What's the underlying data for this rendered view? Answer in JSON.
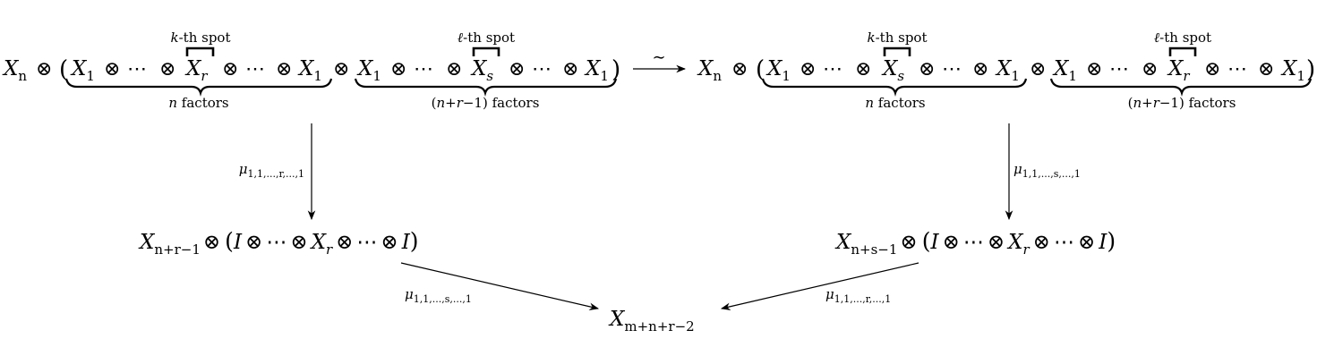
{
  "nodes": {
    "top_left": {
      "prefix": {
        "X": "X",
        "X_sub": "n",
        "otimes": "⊗"
      },
      "paren_open": "(",
      "paren_close": ")",
      "group1": {
        "spot_label": {
          "var": "k",
          "text": "-th spot"
        },
        "factors_label": {
          "var": "n",
          "text": " factors"
        },
        "first": {
          "X": "X",
          "sub": "1"
        },
        "middle": {
          "X": "X",
          "sub": "r"
        },
        "last": {
          "X": "X",
          "sub": "1"
        },
        "otimes": "⊗",
        "dots": "⋯"
      },
      "between_otimes": "⊗",
      "group2": {
        "spot_label": {
          "var": "ℓ",
          "text": "-th spot"
        },
        "factors_label": {
          "text_open": "(",
          "n": "n",
          "plus": "+",
          "r": "r",
          "minus": "−1)",
          "text": " factors"
        },
        "first": {
          "X": "X",
          "sub": "1"
        },
        "middle": {
          "X": "X",
          "sub": "s"
        },
        "last": {
          "X": "X",
          "sub": "1"
        },
        "otimes": "⊗",
        "dots": "⋯"
      }
    },
    "top_right": {
      "prefix": {
        "X": "X",
        "X_sub": "n",
        "otimes": "⊗"
      },
      "paren_open": "(",
      "paren_close": ")",
      "group1": {
        "spot_label": {
          "var": "k",
          "text": "-th spot"
        },
        "factors_label": {
          "var": "n",
          "text": " factors"
        },
        "first": {
          "X": "X",
          "sub": "1"
        },
        "middle": {
          "X": "X",
          "sub": "s"
        },
        "last": {
          "X": "X",
          "sub": "1"
        },
        "otimes": "⊗",
        "dots": "⋯"
      },
      "between_otimes": "⊗",
      "group2": {
        "spot_label": {
          "var": "ℓ",
          "text": "-th spot"
        },
        "factors_label": {
          "text_open": "(",
          "n": "n",
          "plus": "+",
          "r": "r",
          "minus": "−1)",
          "text": " factors"
        },
        "first": {
          "X": "X",
          "sub": "1"
        },
        "middle": {
          "X": "X",
          "sub": "r"
        },
        "last": {
          "X": "X",
          "sub": "1"
        },
        "otimes": "⊗",
        "dots": "⋯"
      }
    },
    "mid_left": {
      "X": "X",
      "sub": "n+r−1",
      "otimes": "⊗",
      "paren_open": "(",
      "I": "I",
      "dots": "⋯",
      "Xr": "X",
      "Xr_sub": "r",
      "paren_close": ")"
    },
    "mid_right": {
      "X": "X",
      "sub": "n+s−1",
      "otimes": "⊗",
      "paren_open": "(",
      "I": "I",
      "dots": "⋯",
      "Xr": "X",
      "Xr_sub": "r",
      "paren_close": ")"
    },
    "bottom": {
      "X": "X",
      "sub": "m+n+r−2"
    }
  },
  "edges": {
    "iso": {
      "label": "∼"
    },
    "left_down": {
      "mu": "μ",
      "sub": "1,1,...,r,...,1"
    },
    "right_down": {
      "mu": "μ",
      "sub": "1,1,...,s,...,1"
    },
    "left_diag": {
      "mu": "μ",
      "sub": "1,1,...,s,...,1"
    },
    "right_diag": {
      "mu": "μ",
      "sub": "1,1,...,r,...,1"
    }
  }
}
